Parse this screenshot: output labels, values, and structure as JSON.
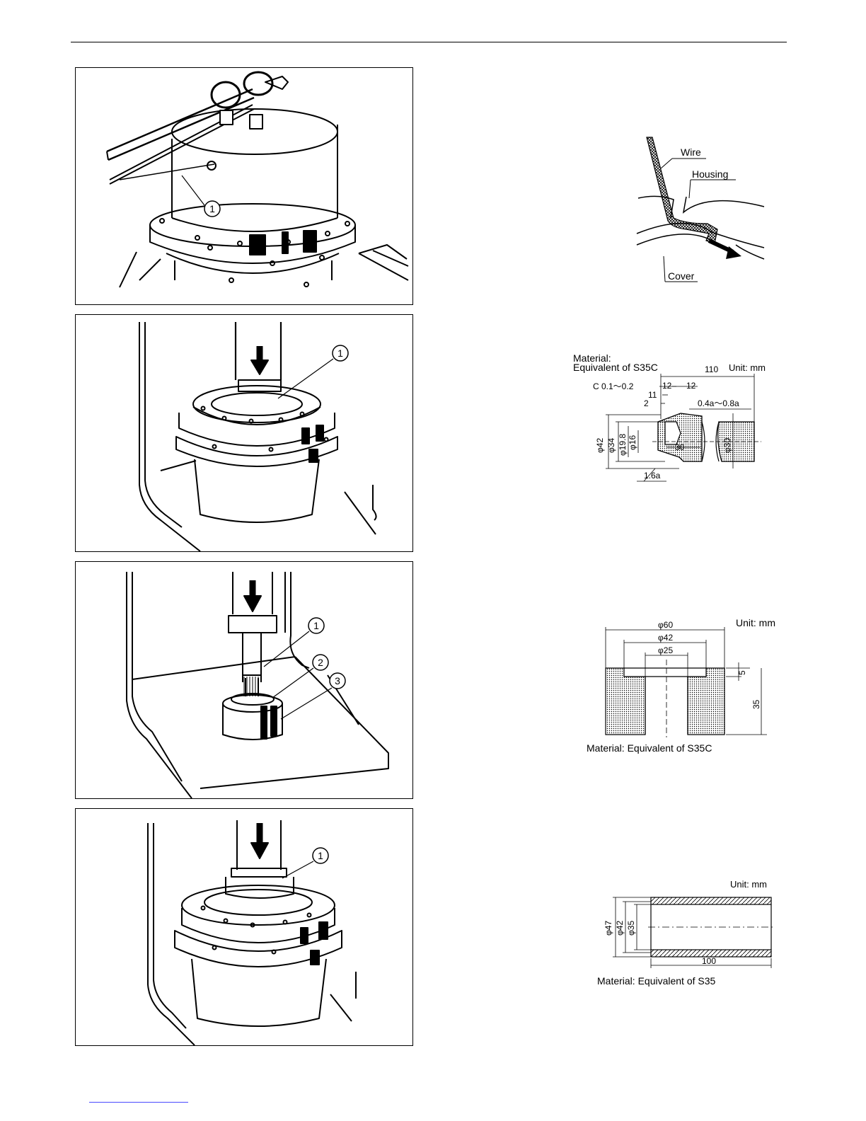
{
  "figures": {
    "fig1": {
      "callout": "1"
    },
    "fig2": {
      "callout": "1"
    },
    "fig3": {
      "callouts": [
        "1",
        "2",
        "3"
      ]
    },
    "fig4": {
      "callout": "1"
    }
  },
  "wire_diagram": {
    "labels": {
      "wire": "Wire",
      "housing": "Housing",
      "cover": "Cover"
    }
  },
  "tool_a": {
    "material_line1": "Material:",
    "material_line2": "Equivalent of S35C",
    "unit": "Unit: mm",
    "dims": {
      "length": "110",
      "chamfer": "C 0.1～0.2",
      "d12a": "12",
      "d12b": "12",
      "d11": "11",
      "d2": "2",
      "finish_a": "0.4a～0.8a",
      "dia42": "φ42",
      "dia34": "φ34",
      "dia19_8": "φ19.8",
      "dia16": "φ16",
      "d30": "30",
      "dia30": "φ30",
      "finish_b": "1.6a"
    }
  },
  "tool_b": {
    "unit": "Unit: mm",
    "dims": {
      "dia60": "φ60",
      "dia42": "φ42",
      "dia25": "φ25",
      "h5": "5",
      "h35": "35"
    },
    "material": "Material: Equivalent of S35C"
  },
  "tool_c": {
    "unit": "Unit: mm",
    "dims": {
      "dia47": "φ47",
      "dia42": "φ42",
      "dia35": "φ35",
      "length": "100"
    },
    "material": "Material: Equivalent of S35"
  }
}
